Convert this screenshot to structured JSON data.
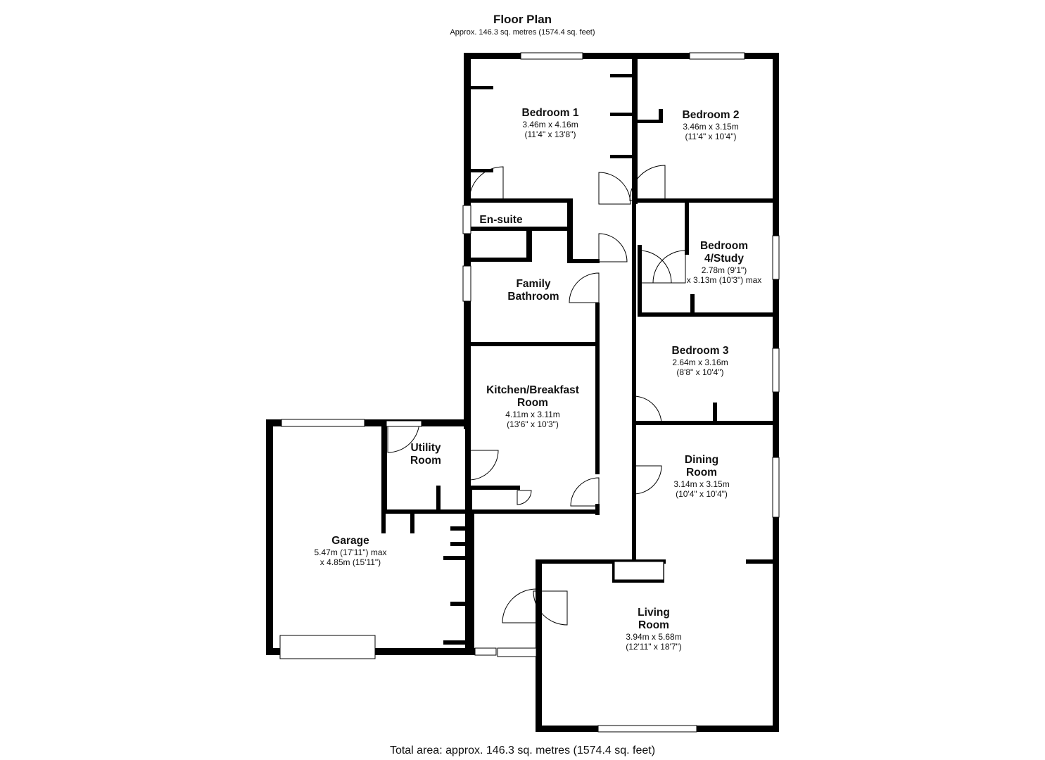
{
  "header": {
    "title": "Floor Plan",
    "subtitle": "Approx. 146.3 sq. metres (1574.4 sq. feet)"
  },
  "footer": {
    "total": "Total area: approx. 146.3 sq. metres (1574.4 sq. feet)"
  },
  "rooms": {
    "bedroom1": {
      "name": "Bedroom 1",
      "dim": "3.46m x 4.16m",
      "imp": "(11'4\" x 13'8\")"
    },
    "bedroom2": {
      "name": "Bedroom 2",
      "dim": "3.46m x 3.15m",
      "imp": "(11'4\" x 10'4\")"
    },
    "ensuite": {
      "name": "En-suite"
    },
    "bedroom4": {
      "name1": "Bedroom",
      "name2": "4/Study",
      "dim1": "2.78m (9'1\")",
      "dim2": "x 3.13m (10'3\") max"
    },
    "bathroom": {
      "name1": "Family",
      "name2": "Bathroom"
    },
    "bedroom3": {
      "name": "Bedroom 3",
      "dim": "2.64m x 3.16m",
      "imp": "(8'8\" x 10'4\")"
    },
    "kitchen": {
      "name1": "Kitchen/Breakfast",
      "name2": "Room",
      "dim": "4.11m x 3.11m",
      "imp": "(13'6\" x 10'3\")"
    },
    "utility": {
      "name1": "Utility",
      "name2": "Room"
    },
    "dining": {
      "name1": "Dining",
      "name2": "Room",
      "dim": "3.14m x 3.15m",
      "imp": "(10'4\" x 10'4\")"
    },
    "garage": {
      "name": "Garage",
      "dim1": "5.47m (17'11\") max",
      "dim2": "x 4.85m (15'11\")"
    },
    "living": {
      "name1": "Living",
      "name2": "Room",
      "dim": "3.94m x 5.68m",
      "imp": "(12'11\" x 18'7\")"
    }
  },
  "colors": {
    "wall": "#000000",
    "background": "#ffffff",
    "window": "#ffffff"
  }
}
